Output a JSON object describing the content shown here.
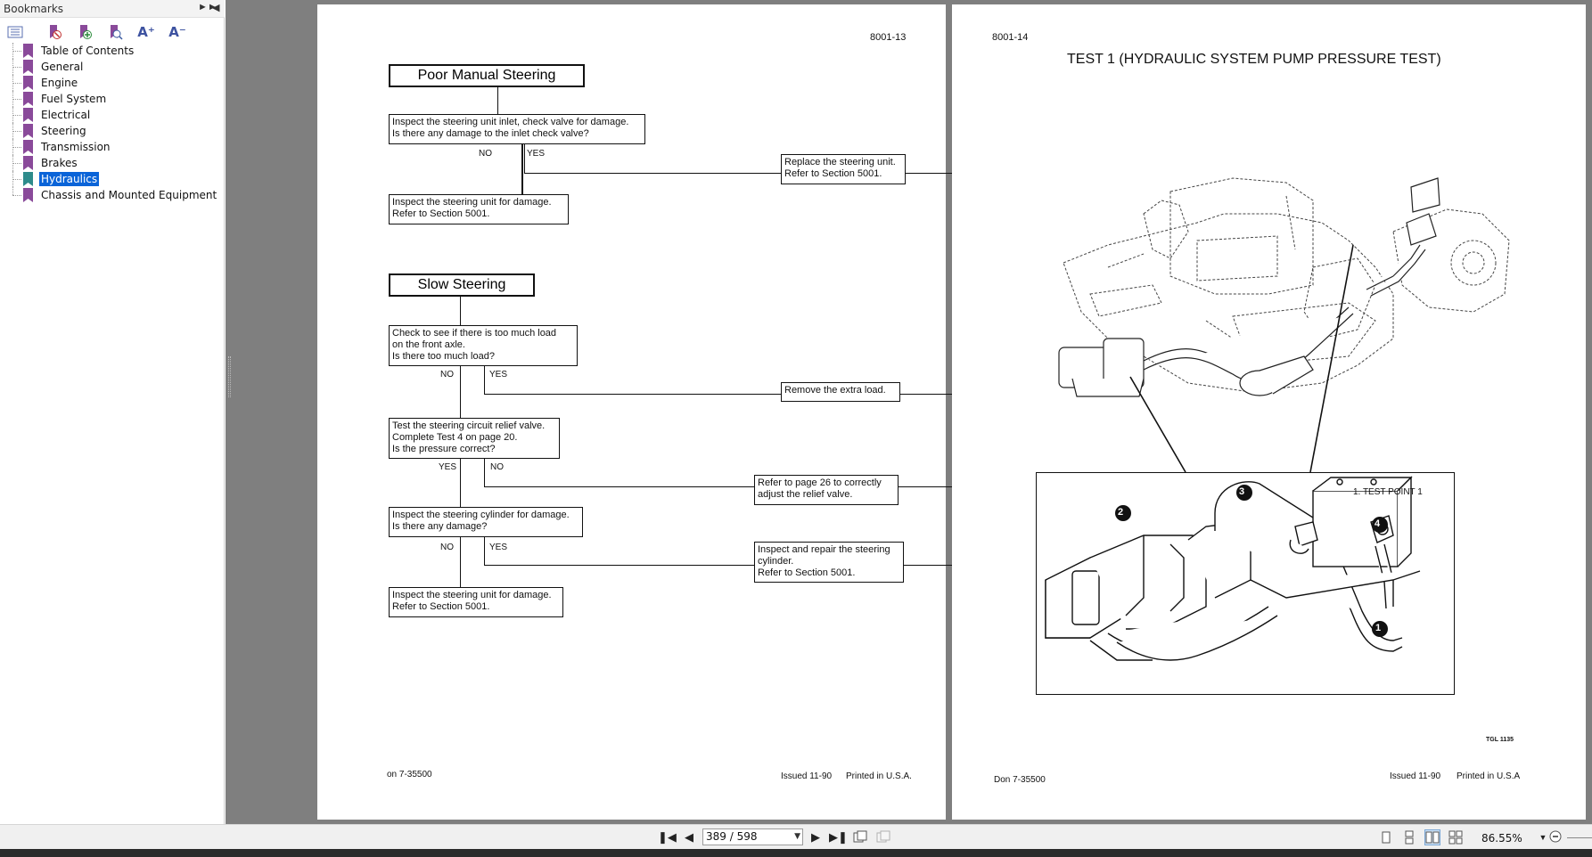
{
  "sidebar": {
    "title": "Bookmarks",
    "toolbar": {
      "enlarge_text": "A⁺",
      "shrink_text": "A⁻"
    },
    "items": [
      {
        "label": "Table of Contents",
        "selected": false
      },
      {
        "label": "General",
        "selected": false
      },
      {
        "label": "Engine",
        "selected": false
      },
      {
        "label": "Fuel System",
        "selected": false
      },
      {
        "label": "Electrical",
        "selected": false
      },
      {
        "label": "Steering",
        "selected": false
      },
      {
        "label": "Transmission",
        "selected": false
      },
      {
        "label": "Brakes",
        "selected": false
      },
      {
        "label": "Hydraulics",
        "selected": true
      },
      {
        "label": "Chassis and Mounted Equipment",
        "selected": false
      }
    ]
  },
  "left_page": {
    "page_number": "8001-13",
    "section1": {
      "title": "Poor Manual Steering",
      "q1": [
        "Inspect the steering unit inlet, check valve for damage.",
        "Is there any damage to the inlet check valve?"
      ],
      "no": "NO",
      "yes": "YES",
      "yes_action": [
        "Replace the steering unit.",
        "Refer to Section 5001."
      ],
      "no_action": [
        "Inspect the steering unit for damage.",
        "Refer to Section 5001."
      ]
    },
    "section2": {
      "title": "Slow Steering",
      "q1": [
        "Check to see if there is too much load",
        "on the front axle.",
        "Is there too much load?"
      ],
      "q1_no": "NO",
      "q1_yes": "YES",
      "q1_yes_action": "Remove the extra load.",
      "q2": [
        "Test the steering circuit relief valve.",
        "Complete Test 4 on page 20.",
        "Is the pressure correct?"
      ],
      "q2_yes": "YES",
      "q2_no": "NO",
      "q2_no_action": [
        "Refer to page 26 to correctly",
        "adjust the relief valve."
      ],
      "q3": [
        "Inspect the steering cylinder for damage.",
        "Is there any damage?"
      ],
      "q3_no": "NO",
      "q3_yes": "YES",
      "q3_yes_action": [
        "Inspect and repair the steering",
        "cylinder.",
        "Refer to Section 5001."
      ],
      "q3_no_action": [
        "Inspect the steering unit for damage.",
        "Refer to Section 5001."
      ]
    },
    "footer_left": "on 7-35500",
    "footer_issued": "Issued 11-90",
    "footer_printed": "Printed in U.S.A."
  },
  "right_page": {
    "page_number": "8001-14",
    "title": "TEST 1 (HYDRAULIC SYSTEM PUMP PRESSURE TEST)",
    "callouts": [
      "1",
      "2",
      "3",
      "4"
    ],
    "test_point_label": "1. TEST POINT 1",
    "figure_code": "TGL 1135",
    "footer_left": "Don 7-35500",
    "footer_issued": "Issued 11-90",
    "footer_printed": "Printed in U.S.A"
  },
  "navigation": {
    "page_display": "389 / 598",
    "zoom": "86.55%"
  }
}
